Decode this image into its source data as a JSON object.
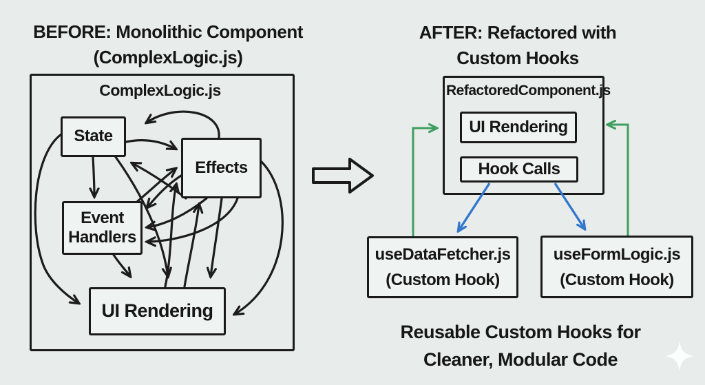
{
  "canvas": {
    "background": "#e8edec",
    "ink": "#1a1a1a"
  },
  "before": {
    "title_line1": "BEFORE: Monolithic Component",
    "title_line2": "(ComplexLogic.js)",
    "container_label": "ComplexLogic.js",
    "nodes": [
      {
        "id": "state",
        "label": "State"
      },
      {
        "id": "effects",
        "label": "Effects"
      },
      {
        "id": "event-handlers",
        "label": "Event Handlers"
      },
      {
        "id": "ui-rendering",
        "label": "UI Rendering"
      }
    ],
    "edges": [
      {
        "from": "Effects",
        "to": "State"
      },
      {
        "from": "State",
        "to": "Effects"
      },
      {
        "from": "State",
        "to": "Event Handlers"
      },
      {
        "from": "State",
        "to": "UI Rendering"
      },
      {
        "from": "Event Handlers",
        "to": "Effects"
      },
      {
        "from": "UI Rendering",
        "to": "Effects"
      },
      {
        "from": "Effects",
        "to": "Event Handlers"
      },
      {
        "from": "Effects",
        "to": "UI Rendering"
      },
      {
        "from": "Event Handlers",
        "to": "UI Rendering"
      },
      {
        "from": "UI Rendering",
        "to": "State"
      },
      {
        "from": "UI Rendering",
        "to": "Event Handlers"
      }
    ],
    "edge_color": "#1c1c1c"
  },
  "transition": {
    "symbol": "big-right-arrow"
  },
  "after": {
    "title_line1": "AFTER: Refactored with",
    "title_line2": "Custom Hooks",
    "component": {
      "label": "RefactoredComponent.js",
      "children": [
        "UI Rendering",
        "Hook Calls"
      ]
    },
    "hooks": [
      {
        "line1": "useDataFetcher.js",
        "line2": "(Custom Hook)"
      },
      {
        "line1": "useFormLogic.js",
        "line2": "(Custom Hook)"
      }
    ],
    "edges": [
      {
        "from": "useDataFetcher.js",
        "to": "UI Rendering",
        "color": "green"
      },
      {
        "from": "useFormLogic.js",
        "to": "UI Rendering",
        "color": "green"
      },
      {
        "from": "Hook Calls",
        "to": "useDataFetcher.js",
        "color": "blue"
      },
      {
        "from": "Hook Calls",
        "to": "useFormLogic.js",
        "color": "blue"
      }
    ],
    "caption_line1": "Reusable Custom Hooks for",
    "caption_line2": "Cleaner, Modular Code",
    "colors": {
      "hook_call_arrow": "#3277cc",
      "data_flow_arrow": "#3f9e5f"
    }
  },
  "watermark": {
    "icon": "sparkle-icon"
  }
}
